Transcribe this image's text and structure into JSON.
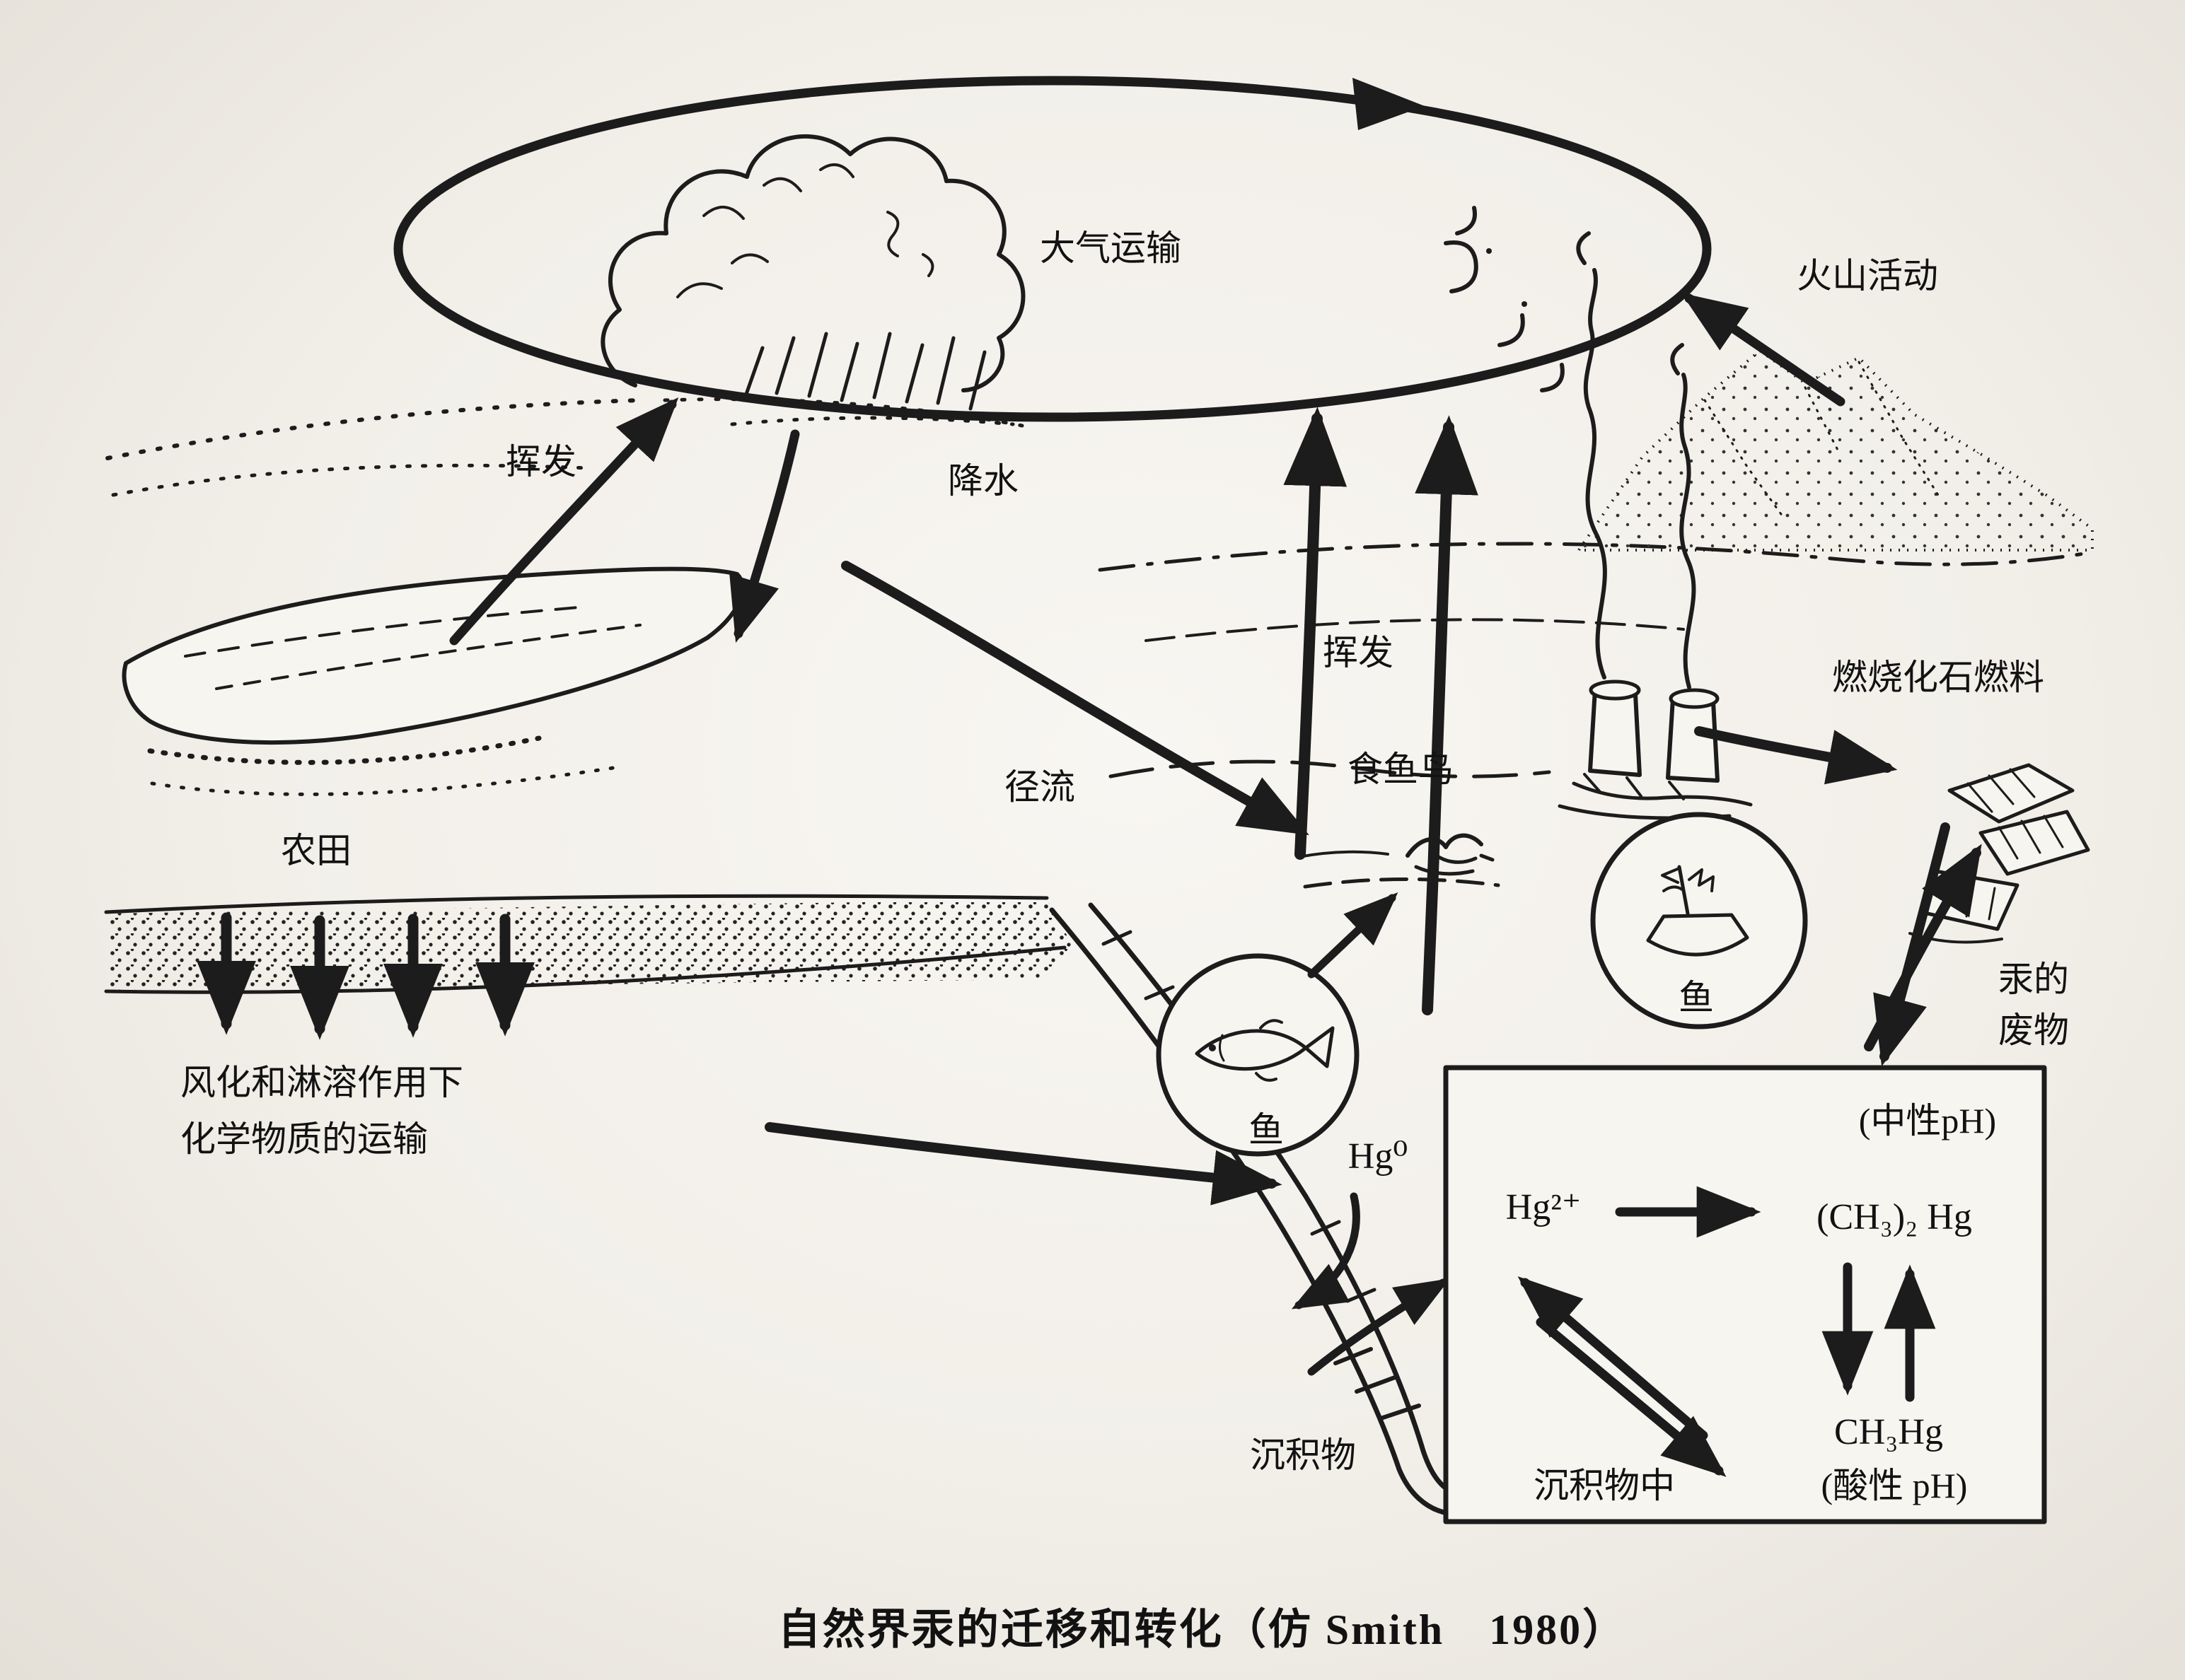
{
  "diagram": {
    "caption": "自然界汞的迁移和转化（仿 Smith　1980）",
    "labels": {
      "atmospheric_transport": "大气运输",
      "volcanic_activity": "火山活动",
      "volatilization_left": "挥发",
      "precipitation": "降水",
      "volatilization_center": "挥发",
      "burning_fossil_fuels": "燃烧化石燃料",
      "runoff": "径流",
      "fish_eating_birds": "食鱼鸟",
      "farmland": "农田",
      "weathering_line1": "风化和淋溶作用下",
      "weathering_line2": "化学物质的运输",
      "fish_left": "鱼",
      "fish_right": "鱼",
      "mercury_waste_line1": "汞的",
      "mercury_waste_line2": "废物",
      "hg0": "Hg⁰",
      "sediment": "沉积物"
    },
    "reaction_box": {
      "neutral_ph": "(中性pH)",
      "hg2_plus": "Hg²⁺",
      "dimethyl_mercury": "(CH₃)₂ Hg",
      "methyl_mercury": "CH₃Hg",
      "acidic_ph": "(酸性 pH)",
      "in_sediment": "沉积物中"
    },
    "colors": {
      "ink": "#1c1c1c",
      "paper": "#f7f5f0"
    }
  }
}
